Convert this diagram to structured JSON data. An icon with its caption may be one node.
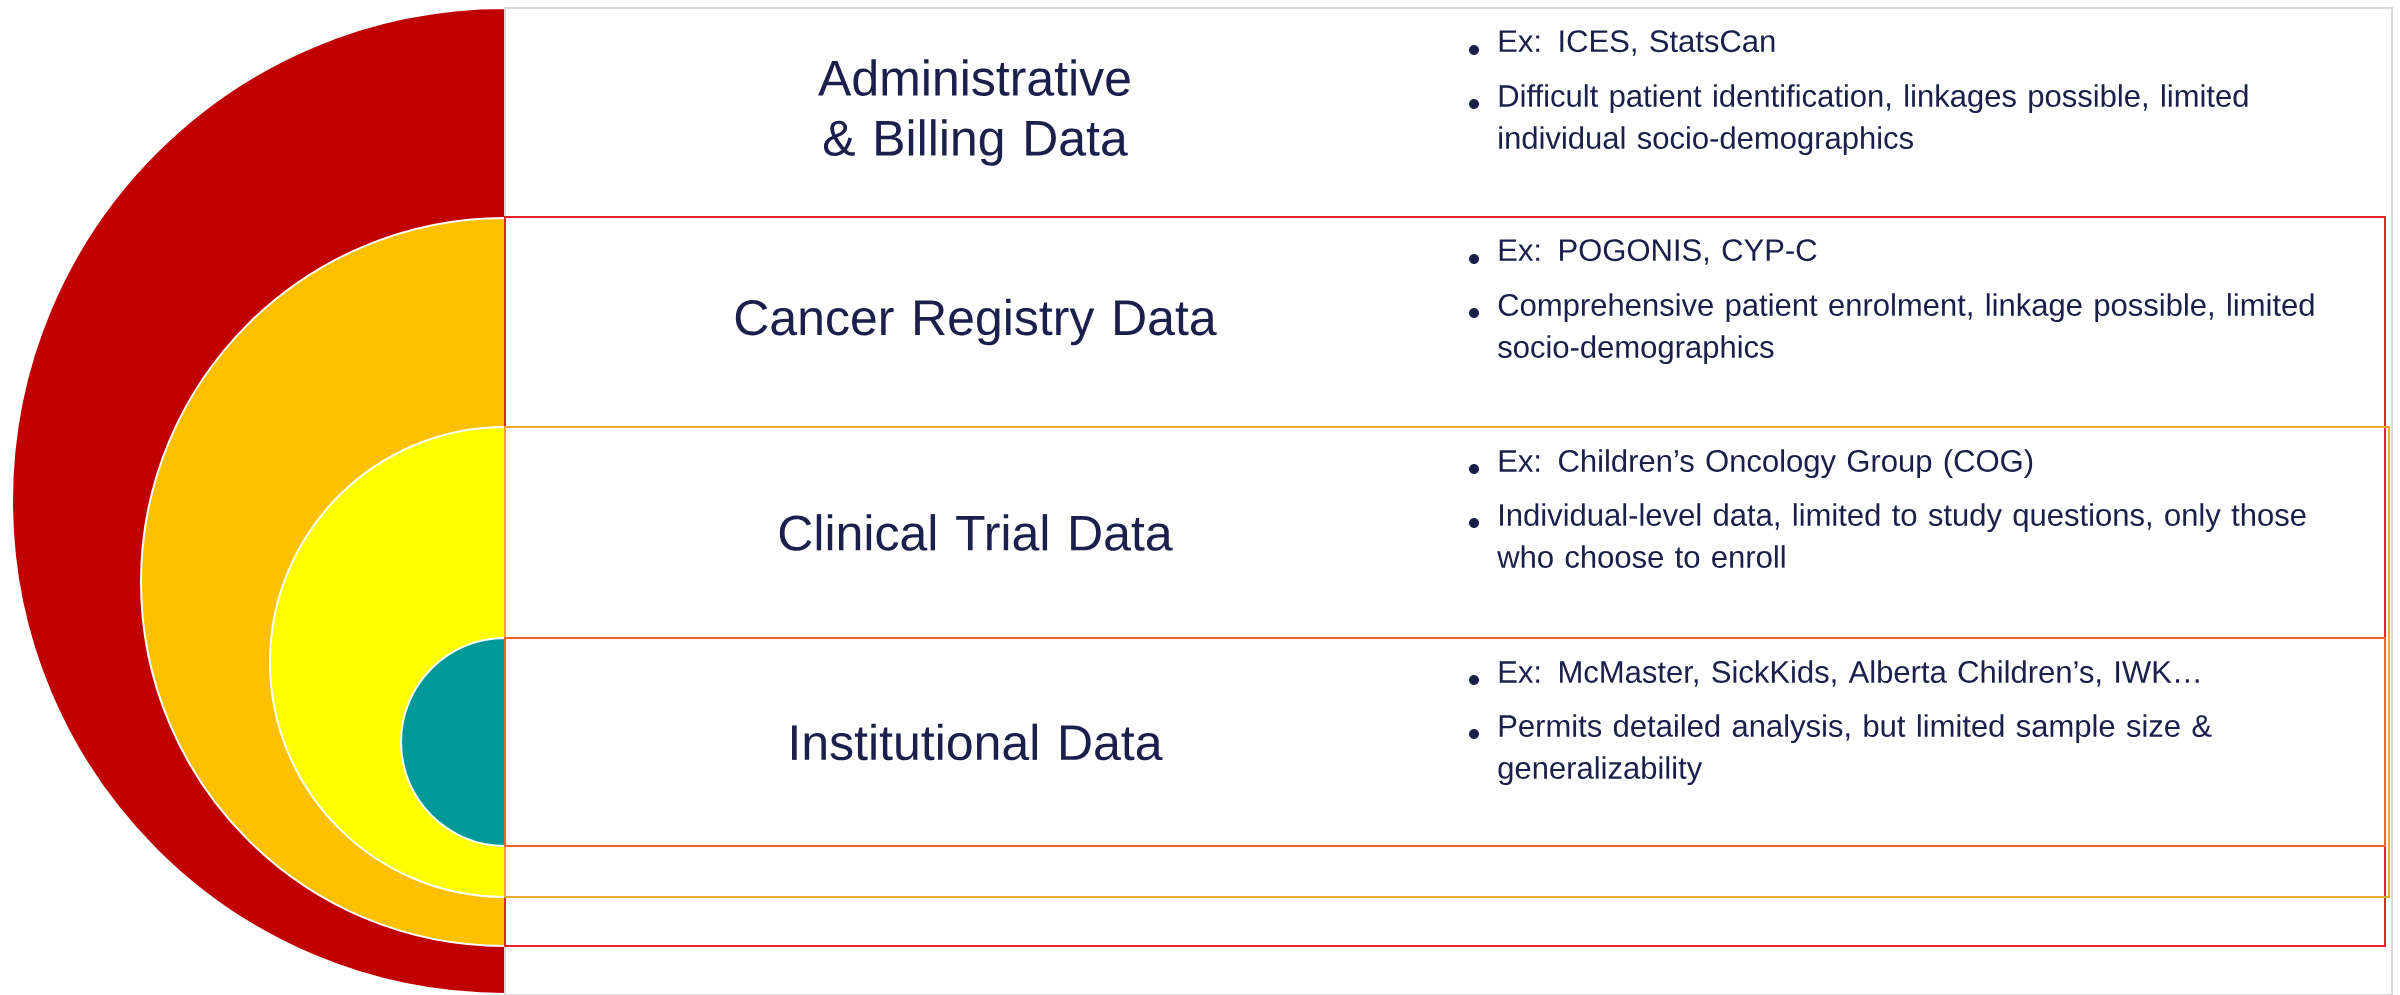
{
  "diagram": {
    "nodes": [
      {
        "text": [
          "Administrative & Billing Data",
          "Ex: ICES, StatsCan",
          "Difficult patient identification, linkages possible, limited individual socio-demographics"
        ]
      },
      {
        "text": [
          "Cancer Registry Data",
          "Ex: POGONIS, CYP-C",
          "Comprehensive patient enrolment, linkage possible, limited socio-demographics"
        ]
      },
      {
        "text": [
          "Clinical Trial Data",
          "Ex: Children’s Oncology Group (COG)",
          "Individual-level data, limited to study questions, only those who choose to enroll"
        ]
      },
      {
        "text": [
          "Institutional Data",
          "Ex: McMaster, SickKids, Alberta Children’s, IWK…",
          "Permits detailed analysis, but limited sample size & generalizability"
        ]
      }
    ]
  }
}
